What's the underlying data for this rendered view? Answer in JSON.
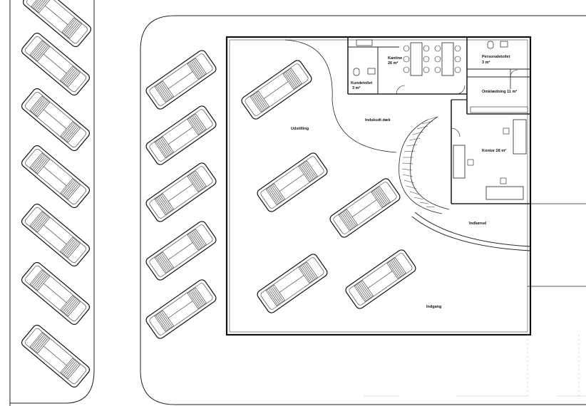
{
  "rooms": {
    "udstilling": "Udstilling",
    "indskudt_dæk": "Indskudt dæk",
    "kantine": "Kantine",
    "kantine_area": "26 m²",
    "personaletoilet": "Personaletoilet",
    "personaletoilet_area": "3 m²",
    "kundetoilet": "Kundetoilet",
    "kundetoilet_area": "3 m²",
    "omklaedning": "Omklædning 11 m²",
    "kontor": "Kontor 28 m²",
    "indkoersel": "Indkørsel",
    "indgang": "Indgang"
  },
  "cars": {
    "left_column": [
      {
        "angle": 40
      },
      {
        "angle": 40
      },
      {
        "angle": 40
      },
      {
        "angle": 40
      },
      {
        "angle": 40
      },
      {
        "angle": 40
      },
      {
        "angle": 40
      }
    ],
    "middle_column": [
      {
        "angle": -35
      },
      {
        "angle": -35
      },
      {
        "angle": -35
      },
      {
        "angle": -35
      },
      {
        "angle": -35
      }
    ],
    "showroom": [
      {
        "angle": -35
      },
      {
        "angle": -35
      },
      {
        "angle": -35
      },
      {
        "angle": -35
      },
      {
        "angle": -35
      }
    ]
  }
}
